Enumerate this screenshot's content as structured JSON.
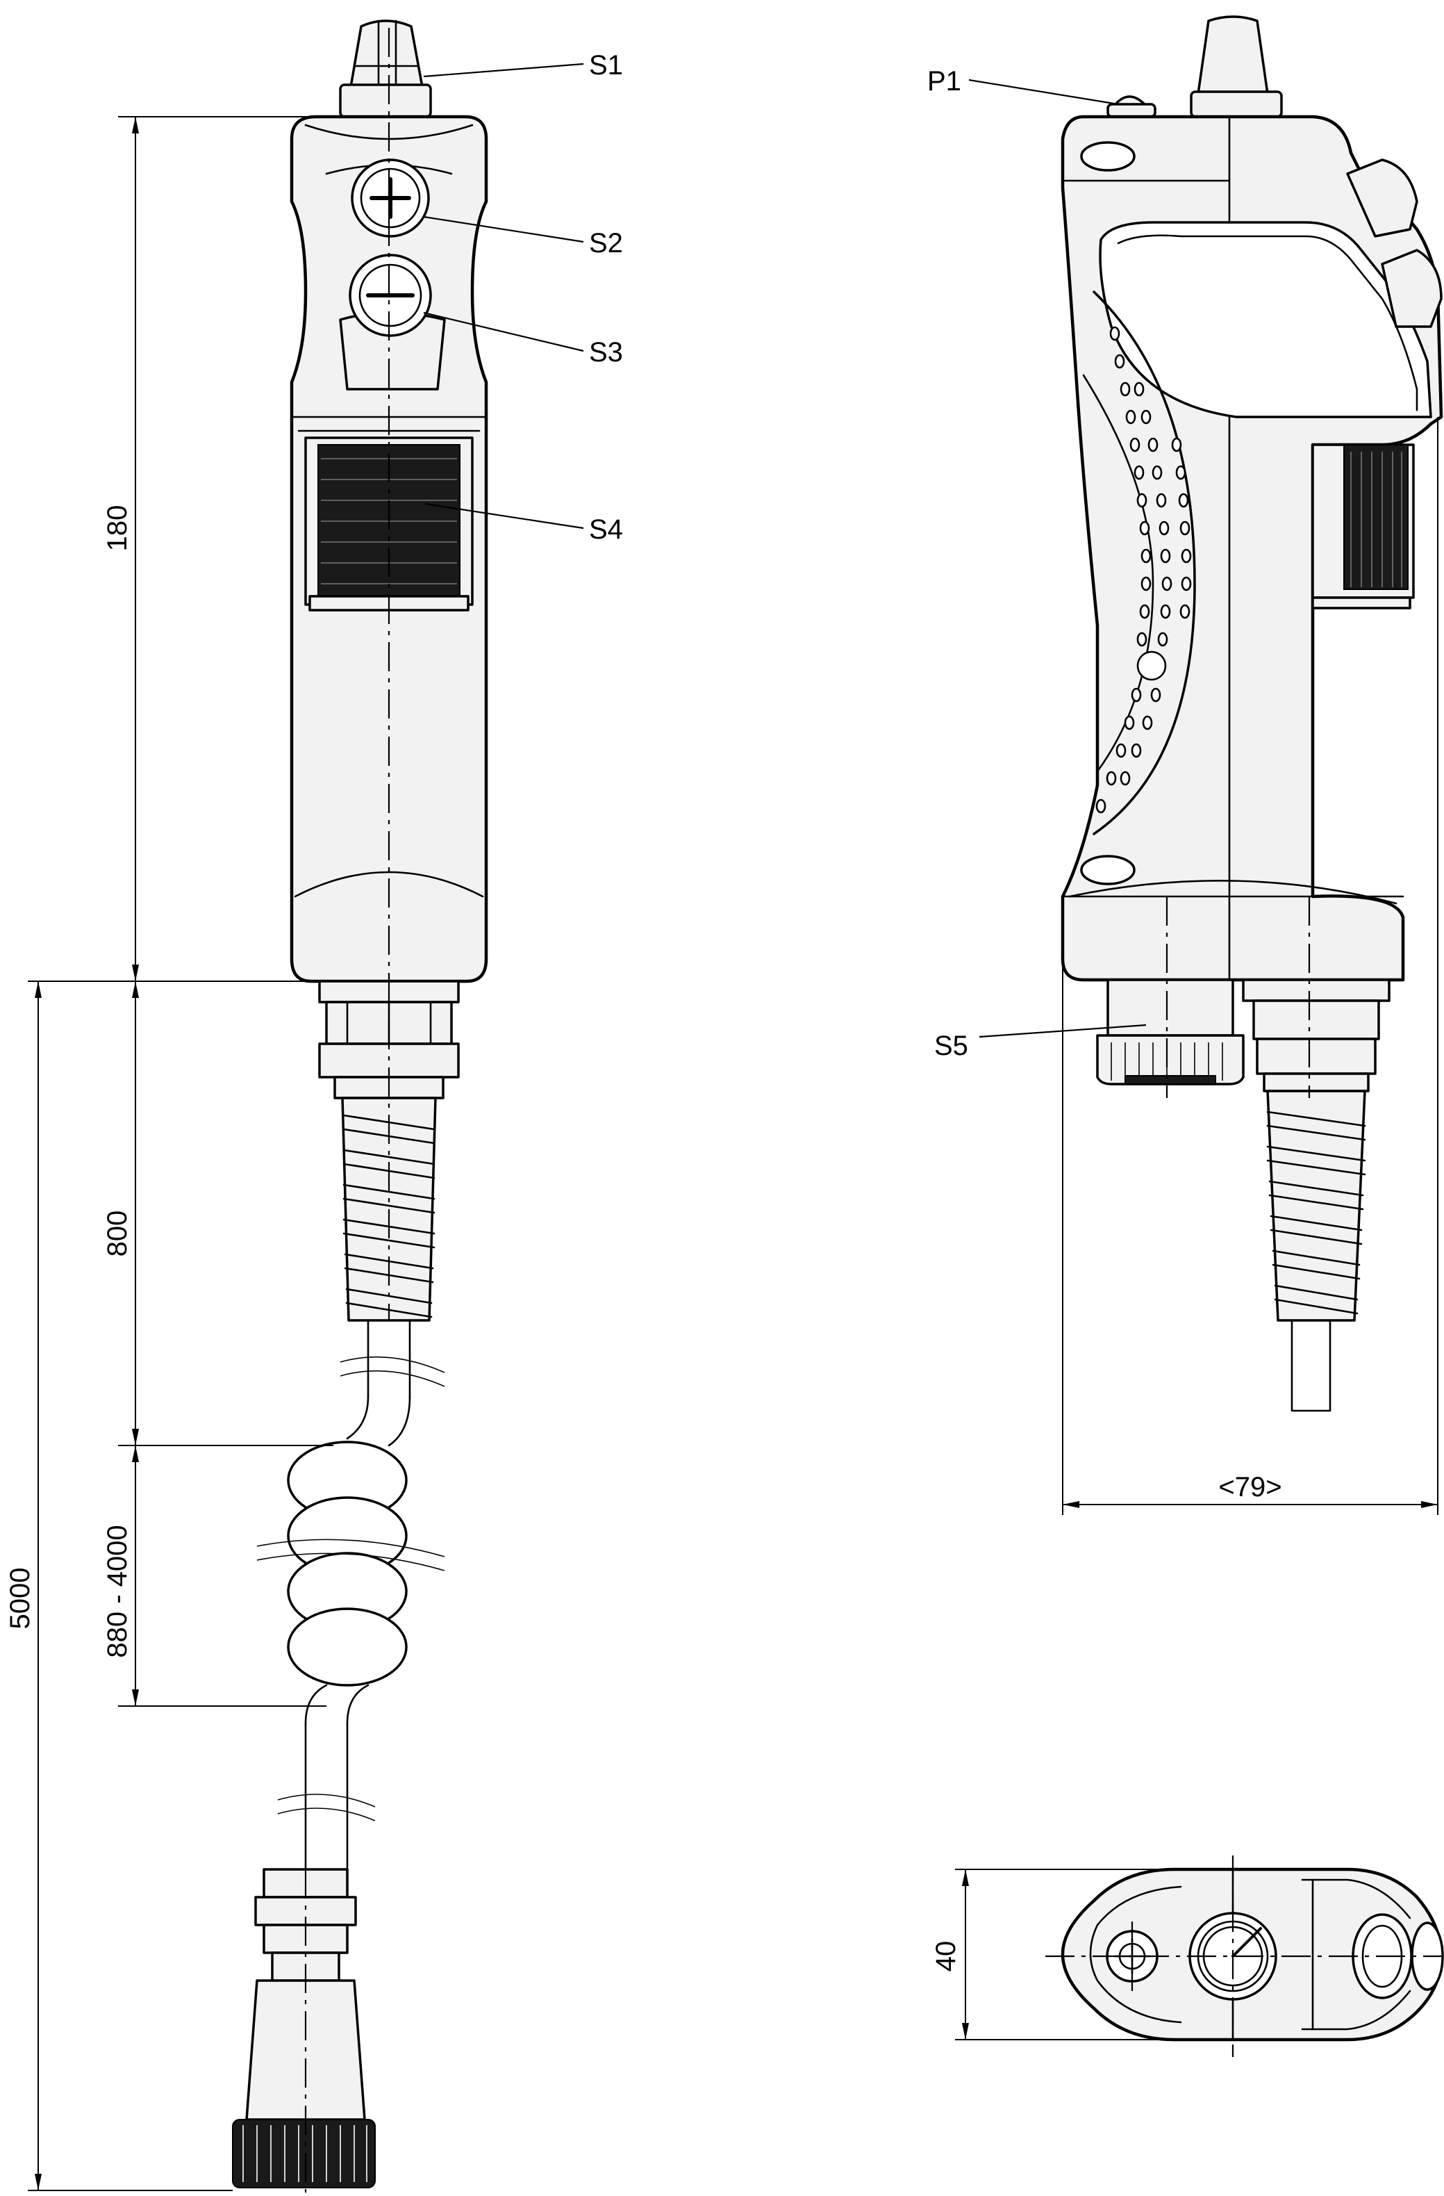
{
  "callouts": {
    "s1": "S1",
    "s2": "S2",
    "s3": "S3",
    "s4": "S4",
    "s5": "S5",
    "p1": "P1"
  },
  "dimensions": {
    "handle_length": "180",
    "cable_straight": "800",
    "coil_range": "880 - 4000",
    "total_length": "5000",
    "width": "<79>",
    "depth": "40"
  }
}
